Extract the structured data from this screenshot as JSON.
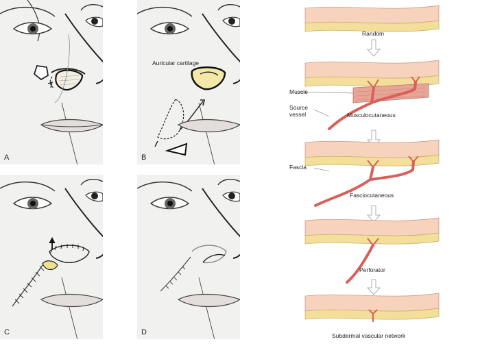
{
  "panels": [
    {
      "letter": "A"
    },
    {
      "letter": "B",
      "label": "Auricular cartilage"
    },
    {
      "letter": "C"
    },
    {
      "letter": "D"
    }
  ],
  "flap_types": {
    "steps": [
      "Random",
      "Musculocutaneous",
      "Fasciocutaneous",
      "Perforator",
      "Subdermal vascular network"
    ],
    "tissue_labels": [
      "Muscle",
      "Source vessel",
      "Fascia"
    ]
  },
  "colors": {
    "skin": "#f7d2bd",
    "fat": "#f4df9a",
    "muscle": "#e8a497",
    "vessel": "#d9605a",
    "cartilage": "#f4e8a8",
    "graft": "#eee28c",
    "panel_bg": "#f1f1f0"
  }
}
